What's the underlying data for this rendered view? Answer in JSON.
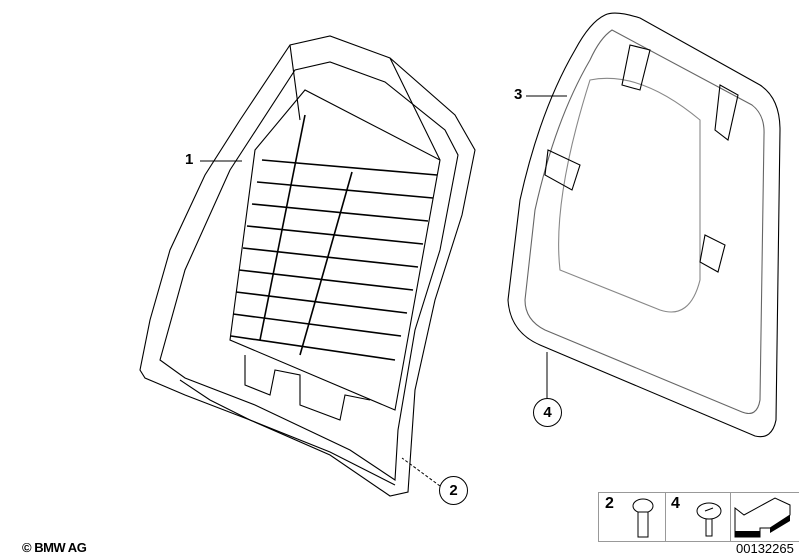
{
  "callouts": [
    {
      "number": "1",
      "style": "plain"
    },
    {
      "number": "2",
      "style": "circled"
    },
    {
      "number": "3",
      "style": "plain"
    },
    {
      "number": "4",
      "style": "circled"
    }
  ],
  "legend": {
    "items": [
      {
        "number": "2",
        "icon": "torx-screw-icon"
      },
      {
        "number": "4",
        "icon": "expanding-rivet-icon"
      }
    ],
    "arrow_icon": "direction-arrow-icon"
  },
  "diagram_code": "00132265",
  "copyright": "© BMW AG",
  "colors": {
    "line": "#000000",
    "border": "#999999"
  }
}
